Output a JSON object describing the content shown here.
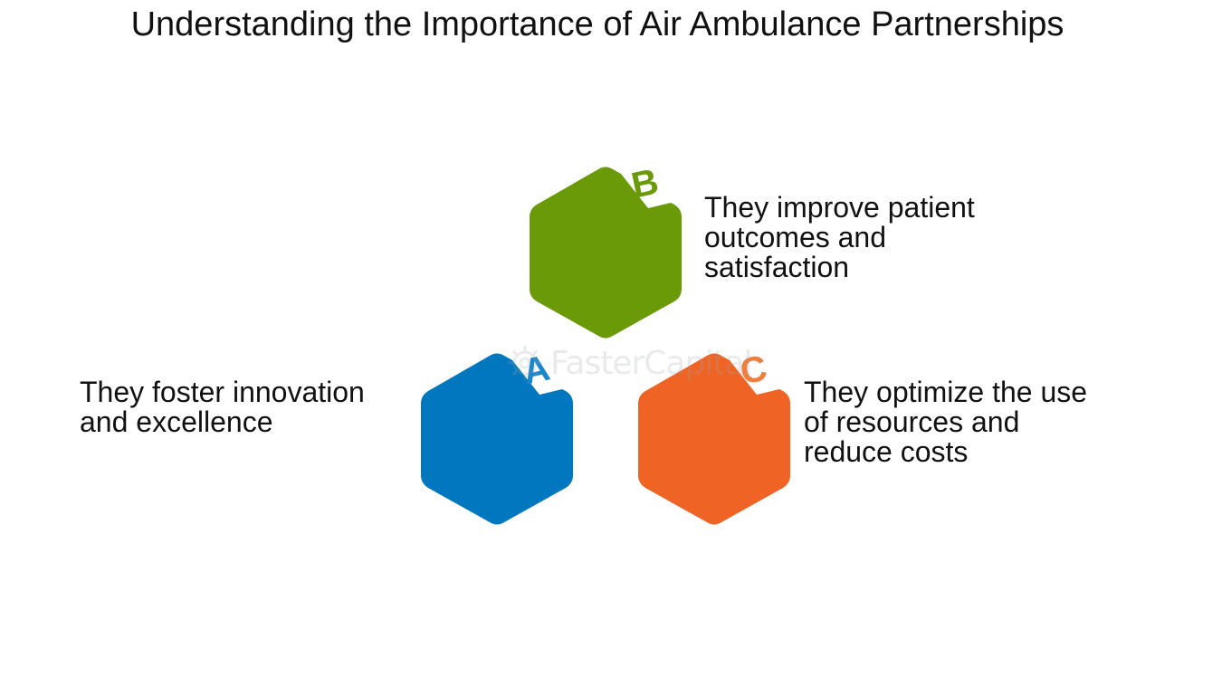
{
  "title": "Understanding the Importance of Air Ambulance Partnerships",
  "items": [
    {
      "letter": "A",
      "color": "#0077bf",
      "lines": [
        "They foster innovation",
        "and excellence"
      ]
    },
    {
      "letter": "B",
      "color": "#6a9a07",
      "lines": [
        "They improve patient",
        "outcomes and",
        "satisfaction"
      ]
    },
    {
      "letter": "C",
      "color": "#ef6424",
      "lines": [
        "They optimize the use",
        "of resources and",
        "reduce costs"
      ]
    }
  ],
  "watermark": {
    "text": "FasterCapital",
    "icon": "gear-logo-icon"
  }
}
